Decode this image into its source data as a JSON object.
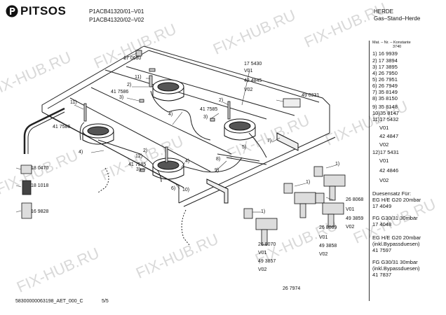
{
  "header": {
    "brand": "PITSOS",
    "model_lines": [
      "P1ACB41320/01–V01",
      "P1ACB41320/02–V02"
    ],
    "category": "HERDE",
    "subcategory": "Gas–Stand–Herde"
  },
  "watermark": "FIX-HUB.RU",
  "parts_list": {
    "header_line": "Mat. – Nr. – Konstante",
    "header_sub": "3740",
    "items": [
      "1) 16 9939",
      "2) 17 3894",
      "3) 17 3895",
      "4) 26 7950",
      "5) 26 7951",
      "6) 26 7949",
      "7) 35 8149",
      "8) 35 8150",
      "9) 35 8148",
      "10)35 8147",
      "11)17 5432",
      "V01",
      "42 4847",
      "V02",
      "12)17 5431",
      "V01",
      "42 4846",
      "V02"
    ],
    "nozzle_title": "Duesensatz Für:",
    "nozzle_sets": [
      "EG H/E G20 20mbar",
      "17 4049",
      "",
      "FG G30/31 30mbar",
      "17 4048",
      "",
      "EG H/E G20 20mbar",
      "(inkl.Bypassduesen)",
      "41 7597",
      "",
      "FG G30/31 30mbar",
      "(inkl.Bypassduesen)",
      "41 7837"
    ]
  },
  "callouts": {
    "c170660": "17 0660",
    "c11a": "11)",
    "c2a": "2)",
    "c3a": "3)",
    "c417586a": "41 7586",
    "c11b": "11)",
    "c417586b": "41 7586",
    "c4a": "4)",
    "c175430": "17 5430",
    "cV01a": "V01",
    "c424845": "42 4845",
    "cV02a": "V02",
    "c2b": "2)",
    "c3b": "3)",
    "c417585a": "41 7585",
    "c4b": "4)",
    "c490331": "49 0331",
    "c5": "5)",
    "c7": "7)",
    "c4c": "4)",
    "c12": "12)",
    "c417585b": "41 7585",
    "c3c": "3)",
    "c2c": "2)",
    "c8": "8)",
    "c9": "9)",
    "c6": "6)",
    "c10": "10)",
    "c180470": "18 0470",
    "c181018": "18 1018",
    "c169828": "16 9828",
    "c1a": "1)",
    "c1b": "1)",
    "c1c": "1)",
    "c268068": "26 8068",
    "cV01b": "V01",
    "c493859": "49 3859",
    "cV02b": "V02",
    "c268069": "26 8069",
    "cV01c": "V01",
    "c493858": "49 3858",
    "cV02c": "V02",
    "c268070": "26 8070",
    "cV01d": "V01",
    "c493857": "49 3857",
    "cV02d": "V02",
    "c267974": "26 7974"
  },
  "footer": {
    "doc_id": "58300000063198_AET_000_C",
    "page": "5/5"
  }
}
